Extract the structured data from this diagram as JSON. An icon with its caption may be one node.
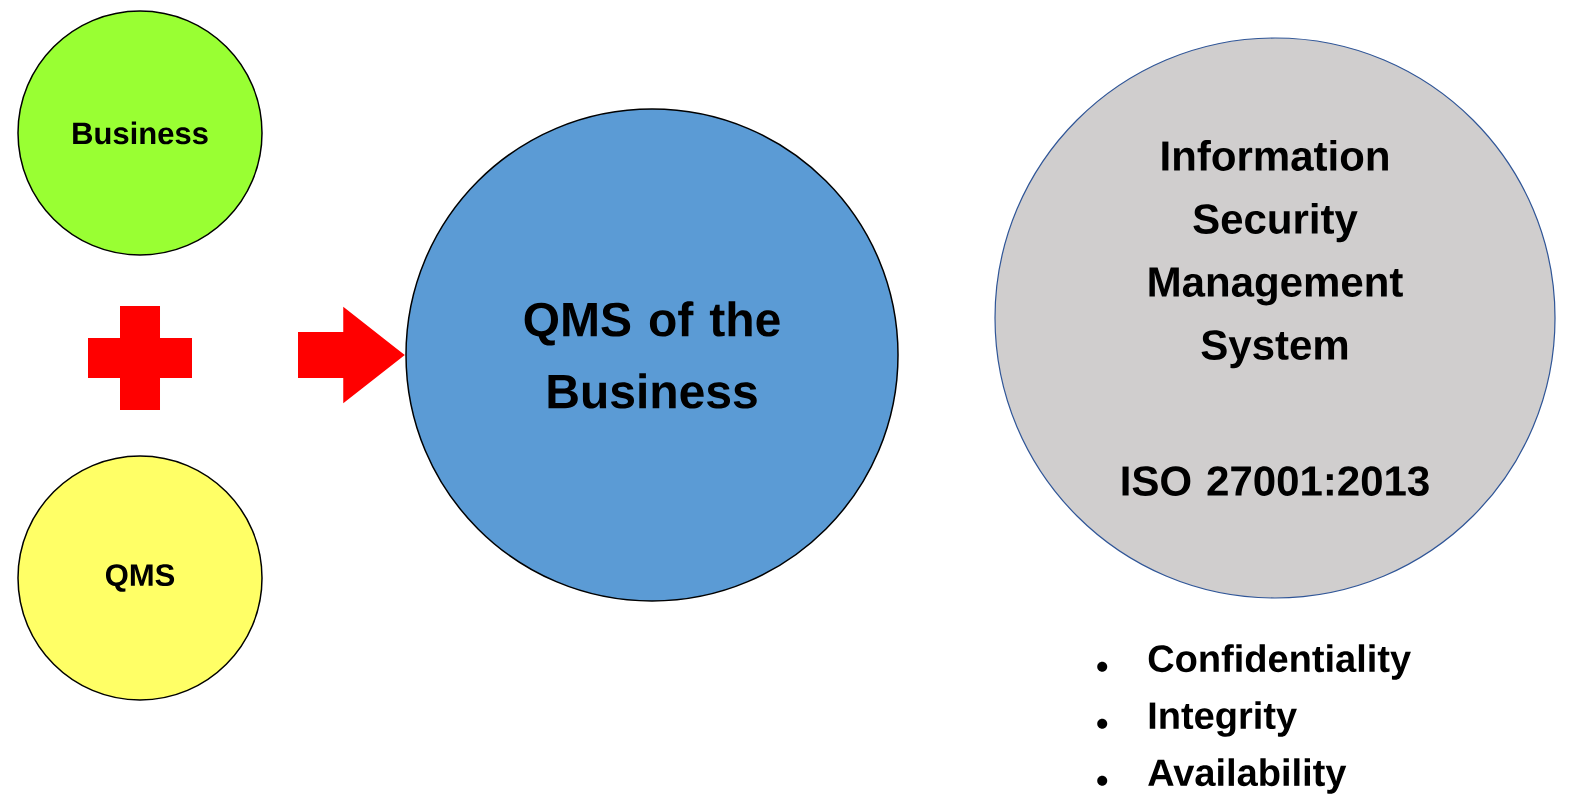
{
  "diagram": {
    "nodes": [
      {
        "text": [
          "Business"
        ]
      },
      {
        "text": [
          "QMS"
        ]
      },
      {
        "text": [
          "QMS of the Business"
        ]
      },
      {
        "text": [
          "Information Security Management System",
          "ISO 27001:2013"
        ],
        "beside": [
          "Confidentiality",
          "Integrity",
          "Availability"
        ]
      }
    ],
    "edges": [
      {
        "from": null,
        "to": 2,
        "arrow": "to"
      }
    ]
  }
}
